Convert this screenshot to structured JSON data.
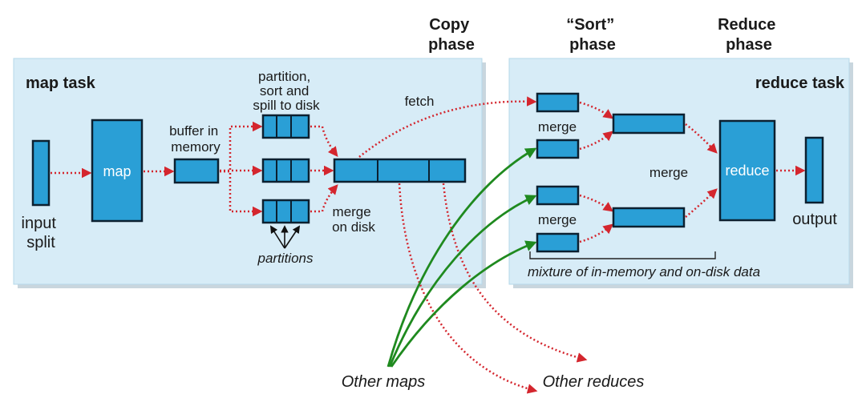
{
  "phases": {
    "copy": [
      "Copy",
      "phase"
    ],
    "sort": [
      "“Sort”",
      "phase"
    ],
    "reduce": [
      "Reduce",
      "phase"
    ]
  },
  "map_task": {
    "title": "map task",
    "input_split": [
      "input",
      "split"
    ],
    "map_label": "map",
    "buffer": [
      "buffer in",
      "memory"
    ],
    "spill": [
      "partition,",
      "sort and",
      "spill to disk"
    ],
    "partitions": "partitions",
    "merge_on_disk": [
      "merge",
      "on disk"
    ]
  },
  "fetch_label": "fetch",
  "reduce_task": {
    "title": "reduce task",
    "merge_top": "merge",
    "merge_bottom": "merge",
    "merge_mid": "merge",
    "reduce_label": "reduce",
    "output": "output",
    "mixture": "mixture of in-memory and on-disk data"
  },
  "other_maps": "Other maps",
  "other_reduces": "Other reduces",
  "colors": {
    "box_fill": "#2a9fd6",
    "panel_fill": "#d7ecf7",
    "red_arrow": "#d4262e",
    "green_arrow": "#1f8a1f"
  }
}
